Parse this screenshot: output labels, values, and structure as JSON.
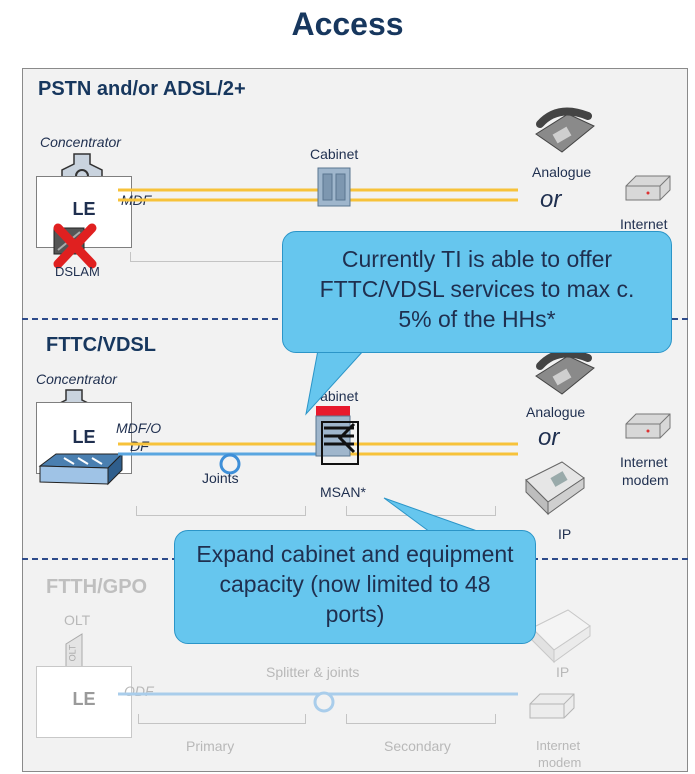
{
  "title": "Access",
  "pstn": {
    "title": "PSTN and/or ADSL/2+",
    "concentrator": "Concentrator",
    "le": "LE",
    "mdf": "MDF",
    "dslam": "DSLAM",
    "cabinet": "Cabinet",
    "analogue": "Analogue",
    "or": "or",
    "internet": "Internet"
  },
  "fttc": {
    "title": "FTTC/VDSL",
    "concentrator": "Concentrator",
    "le": "LE",
    "mdf_line1": "MDF/O",
    "mdf_line2": "DF",
    "cabinet": "Cabinet",
    "joints": "Joints",
    "msan": "MSAN*",
    "analogue": "Analogue",
    "or": "or",
    "internet_line1": "Internet",
    "internet_line2": "modem",
    "ip": "IP"
  },
  "ftth": {
    "title": "FTTH/GPO",
    "olt": "OLT",
    "olt_device": "OLT",
    "le": "LE",
    "odf": "ODF",
    "splitter": "Splitter & joints",
    "ip": "IP",
    "primary": "Primary",
    "secondary": "Secondary",
    "internet_line1": "Internet",
    "internet_line2": "modem"
  },
  "callouts": {
    "ti": "Currently TI is able to offer FTTC/VDSL services to max c. 5% of the HHs*",
    "expand": "Expand cabinet and equipment capacity (now limited to 48 ports)"
  },
  "colors": {
    "copper": "#f7c23a",
    "fiber": "#5aa6e0",
    "callout": "#66c6ee",
    "cross": "#e02020"
  }
}
